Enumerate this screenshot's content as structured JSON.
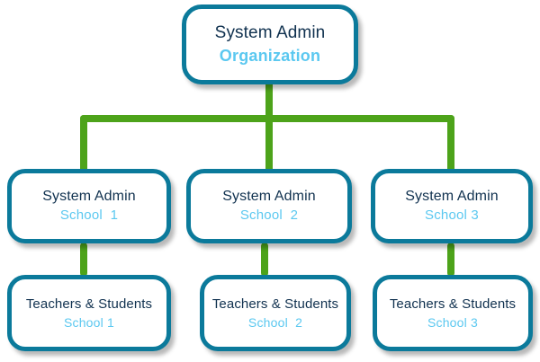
{
  "diagram": {
    "type": "org-chart",
    "orientation": "top-down",
    "colors": {
      "node_border": "#0b7a9b",
      "node_fill": "#ffffff",
      "title_text": "#10314f",
      "subtitle_text": "#5bc8f0",
      "connector": "#4da31a"
    },
    "root": {
      "title": "System Admin",
      "subtitle": "Organization"
    },
    "admin_row": [
      {
        "title": "System Admin",
        "subtitle": "School  1"
      },
      {
        "title": "System Admin",
        "subtitle": "School  2"
      },
      {
        "title": "System Admin",
        "subtitle": "School 3"
      }
    ],
    "leaf_row": [
      {
        "title": "Teachers & Students",
        "subtitle": "School 1"
      },
      {
        "title": "Teachers & Students",
        "subtitle": "School  2"
      },
      {
        "title": "Teachers & Students",
        "subtitle": "School 3"
      }
    ]
  }
}
